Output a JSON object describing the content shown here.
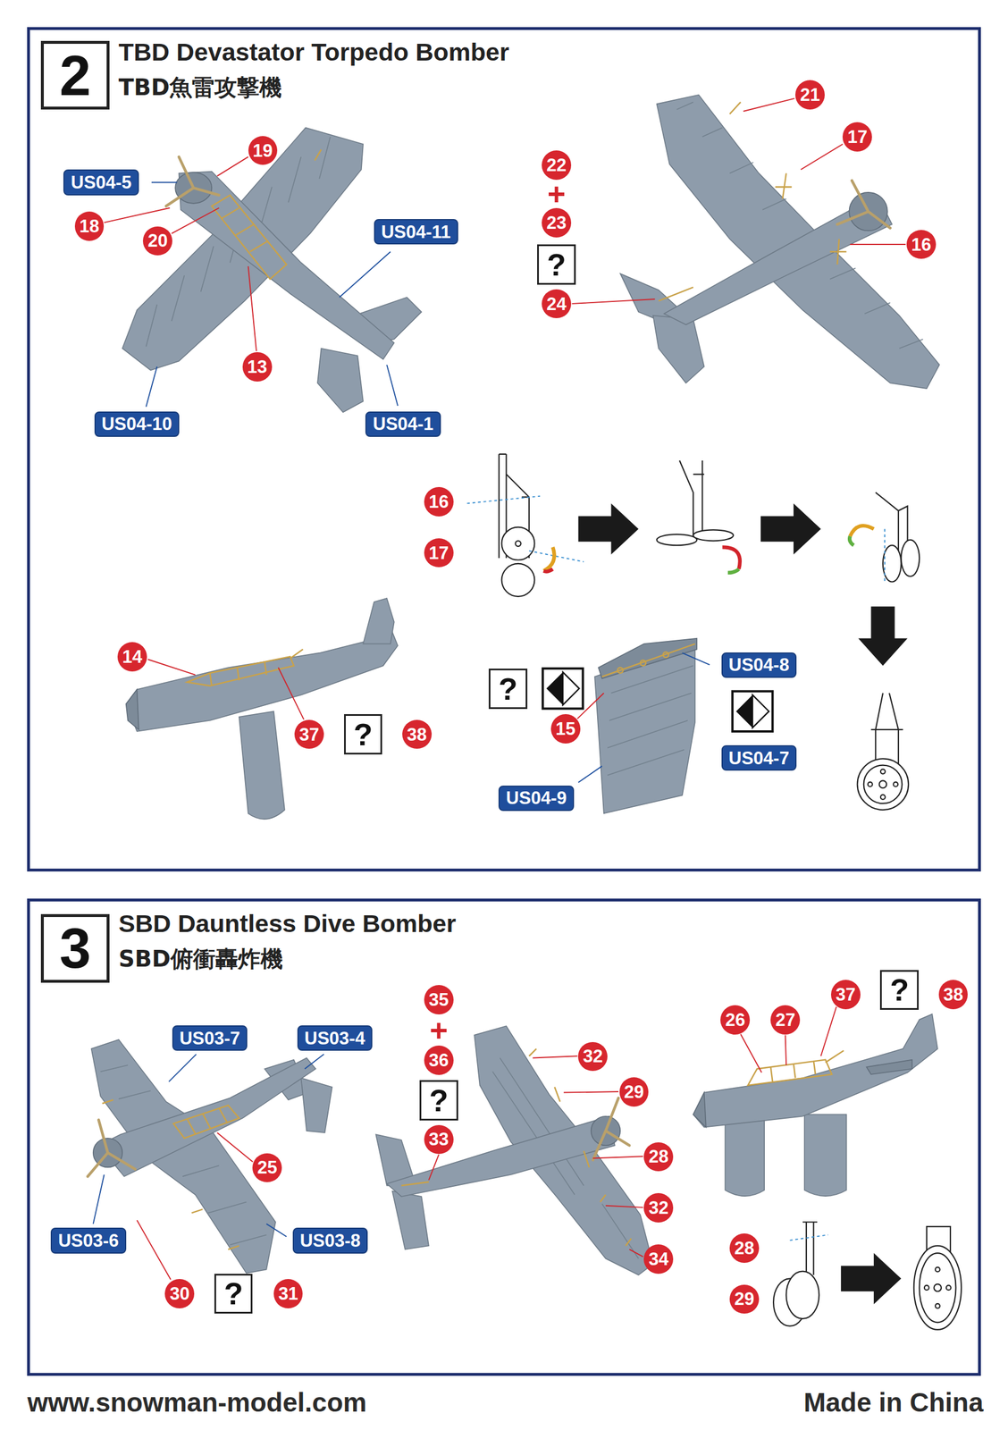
{
  "diagram": {
    "nodes": [
      {
        "text": [
          "TBD Devastator Torpedo Bomber",
          "TBD魚雷攻撃機"
        ]
      },
      {
        "text": [
          "2"
        ],
        "in": 0
      },
      {
        "text": [
          "21"
        ],
        "in": 0
      },
      {
        "text": [
          "19"
        ],
        "in": 0
      },
      {
        "text": [
          "17"
        ],
        "in": 0
      },
      {
        "text": [
          "22"
        ],
        "in": 0
      },
      {
        "text": [
          "US04-5"
        ],
        "in": 0
      },
      {
        "text": [
          "18"
        ],
        "in": 0
      },
      {
        "text": [
          "US04-11"
        ],
        "in": 0
      },
      {
        "text": [
          "23"
        ],
        "in": 0
      },
      {
        "text": [
          "20"
        ],
        "in": 0
      },
      {
        "text": [
          "16"
        ],
        "in": 0
      },
      {
        "text": [
          "?"
        ],
        "in": 0
      },
      {
        "text": [
          "24"
        ],
        "in": 0
      },
      {
        "text": [
          "13"
        ],
        "in": 0
      },
      {
        "text": [
          "US04-10"
        ],
        "in": 0
      },
      {
        "text": [
          "US04-1"
        ],
        "in": 0
      },
      {
        "text": [
          "16"
        ],
        "in": 0
      },
      {
        "text": [
          "17"
        ],
        "in": 0
      },
      {
        "text": [
          "14"
        ],
        "in": 0
      },
      {
        "text": [
          "US04-8"
        ],
        "in": 0
      },
      {
        "text": [
          "?"
        ],
        "in": 0
      },
      {
        "text": [
          "15"
        ],
        "in": 0
      },
      {
        "text": [
          "37"
        ],
        "in": 0
      },
      {
        "text": [
          "?"
        ],
        "in": 0
      },
      {
        "text": [
          "38"
        ],
        "in": 0
      },
      {
        "text": [
          "US04-7"
        ],
        "in": 0
      },
      {
        "text": [
          "US04-9"
        ],
        "in": 0
      },
      {
        "text": [
          "SBD Dauntless Dive Bomber",
          "SBD俯衝轟炸機"
        ]
      },
      {
        "text": [
          "3"
        ],
        "in": 28
      },
      {
        "text": [
          "37"
        ],
        "in": 28
      },
      {
        "text": [
          "?"
        ],
        "in": 28
      },
      {
        "text": [
          "38"
        ],
        "in": 28
      },
      {
        "text": [
          "35"
        ],
        "in": 28
      },
      {
        "text": [
          "26"
        ],
        "in": 28
      },
      {
        "text": [
          "27"
        ],
        "in": 28
      },
      {
        "text": [
          "US03-7"
        ],
        "in": 28
      },
      {
        "text": [
          "US03-4"
        ],
        "in": 28
      },
      {
        "text": [
          "32"
        ],
        "in": 28
      },
      {
        "text": [
          "36"
        ],
        "in": 28
      },
      {
        "text": [
          "29"
        ],
        "in": 28
      },
      {
        "text": [
          "?"
        ],
        "in": 28
      },
      {
        "text": [
          "33"
        ],
        "in": 28
      },
      {
        "text": [
          "28"
        ],
        "in": 28
      },
      {
        "text": [
          "25"
        ],
        "in": 28
      },
      {
        "text": [
          "32"
        ],
        "in": 28
      },
      {
        "text": [
          "US03-6"
        ],
        "in": 28
      },
      {
        "text": [
          "US03-8"
        ],
        "in": 28
      },
      {
        "text": [
          "28"
        ],
        "in": 28
      },
      {
        "text": [
          "34"
        ],
        "in": 28
      },
      {
        "text": [
          "30"
        ],
        "in": 28
      },
      {
        "text": [
          "?"
        ],
        "in": 28
      },
      {
        "text": [
          "31"
        ],
        "in": 28
      },
      {
        "text": [
          "29"
        ],
        "in": 28
      }
    ],
    "labels": [
      "+",
      "+",
      "www.snowman-model.com",
      "Made in China"
    ]
  }
}
